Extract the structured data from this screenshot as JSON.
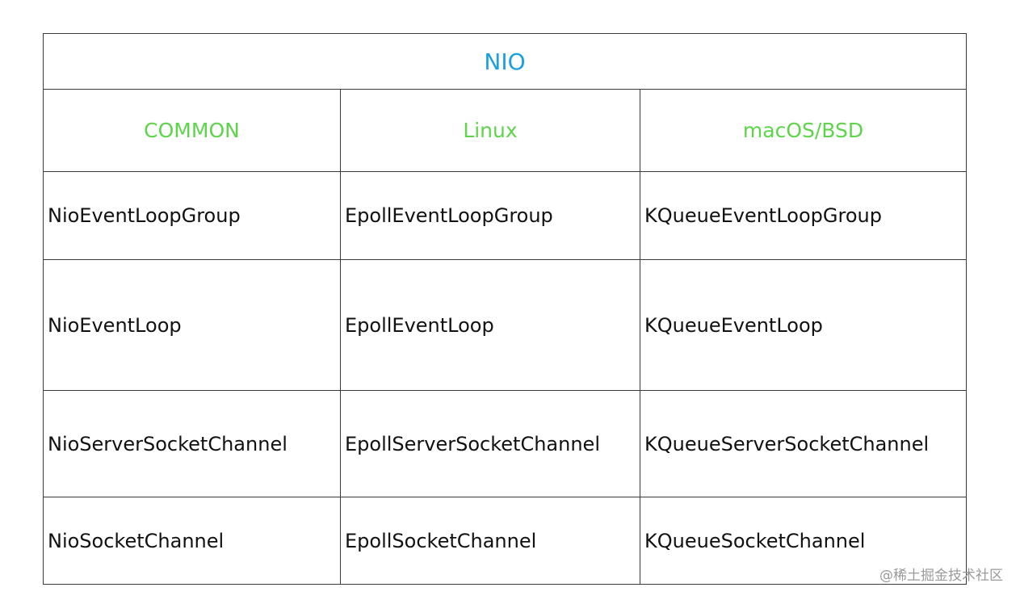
{
  "table": {
    "title": "NIO",
    "headers": [
      "COMMON",
      "Linux",
      "macOS/BSD"
    ],
    "rows": [
      [
        "NioEventLoopGroup",
        "EpollEventLoopGroup",
        "KQueueEventLoopGroup"
      ],
      [
        "NioEventLoop",
        "EpollEventLoop",
        "KQueueEventLoop"
      ],
      [
        "NioServerSocketChannel",
        "EpollServerSocketChannel",
        "KQueueServerSocketChannel"
      ],
      [
        "NioSocketChannel",
        "EpollSocketChannel",
        "KQueueSocketChannel"
      ]
    ]
  },
  "colors": {
    "title": "#1a9fe0",
    "header": "#5ed44a",
    "body_text": "#111111",
    "border": "#3a3a3a"
  },
  "watermark": "@稀土掘金技术社区"
}
